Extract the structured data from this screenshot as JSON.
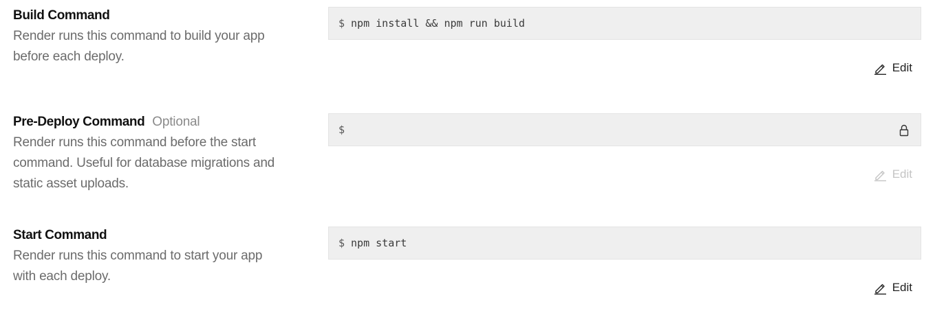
{
  "sections": [
    {
      "title": "Build Command",
      "description_lines": [
        "Render runs this command to build your app",
        "before each deploy."
      ],
      "prompt": "$",
      "value": "npm install && npm run build",
      "locked": false,
      "edit_label": "Edit",
      "edit_enabled": true
    },
    {
      "title": "Pre-Deploy Command",
      "tag": "Optional",
      "description_lines": [
        "Render runs this command before the start",
        "command. Useful for database migrations and",
        "static asset uploads."
      ],
      "prompt": "$",
      "value": "",
      "locked": true,
      "lock_icon": "lock-icon",
      "edit_label": "Edit",
      "edit_enabled": false
    },
    {
      "title": "Start Command",
      "description_lines": [
        "Render runs this command to start your app",
        "with each deploy."
      ],
      "prompt": "$",
      "value": "npm start",
      "locked": false,
      "edit_label": "Edit",
      "edit_enabled": true
    }
  ],
  "icons": {
    "edit": "pencil-icon",
    "lock": "lock-icon"
  }
}
